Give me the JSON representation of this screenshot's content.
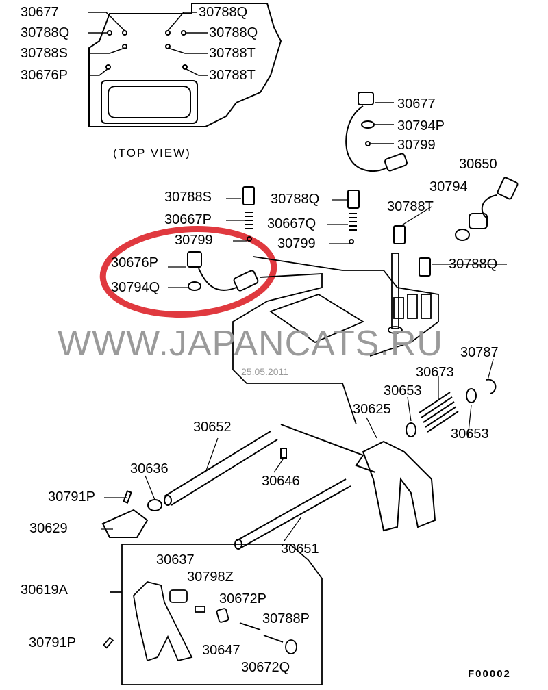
{
  "labels": [
    "30677",
    "30788Q",
    "30788S",
    "30676P",
    "30788Q",
    "30788Q",
    "30788T",
    "30788T",
    "(TOP VIEW)",
    "30677",
    "30794P",
    "30799",
    "30650",
    "30794",
    "30788S",
    "30788Q",
    "30788T",
    "30667P",
    "30667Q",
    "30799",
    "30799",
    "30788Q",
    "30676P",
    "30794Q",
    "30787",
    "30673",
    "30653",
    "30625",
    "30653",
    "30652",
    "30636",
    "30646",
    "30791P",
    "30629",
    "30651",
    "30637",
    "30798Z",
    "30619A",
    "30672P",
    "30788P",
    "30791P",
    "30647",
    "30672Q"
  ],
  "watermark": "WWW.JAPANCATS.RU",
  "date": "25.05.2011",
  "figure_code": "F00002",
  "colors": {
    "highlight": "#e0393f",
    "watermark": "#9a9a9a"
  }
}
